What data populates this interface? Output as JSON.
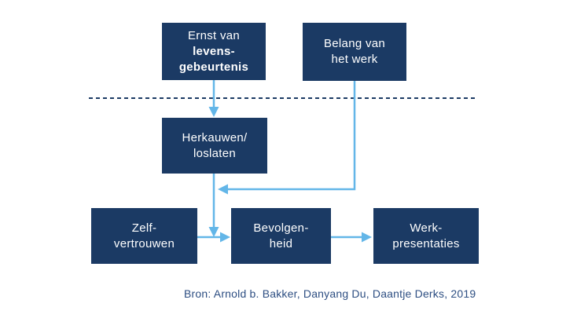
{
  "colors": {
    "background": "#ffffff",
    "box": "#1b3a64",
    "box_text": "#ffffff",
    "arrow": "#63b6e8",
    "dashed_line": "#1b3a64",
    "source_text": "#2d4e82"
  },
  "diagram": {
    "boxes": [
      {
        "id": "ernst-van-levensgebeurtenis",
        "lines": [
          "Ernst van",
          "levens-",
          "gebeurtenis"
        ]
      },
      {
        "id": "belang-van-het-werk",
        "lines": [
          "Belang van",
          "het werk"
        ]
      },
      {
        "id": "herkauwen-loslaten",
        "lines": [
          "Herkauwen/",
          "loslaten"
        ]
      },
      {
        "id": "zelfvertrouwen",
        "lines": [
          "Zelf-",
          "vertrouwen"
        ]
      },
      {
        "id": "bevolgenheid",
        "lines": [
          "Bevolgen-",
          "heid"
        ]
      },
      {
        "id": "werkpresentaties",
        "lines": [
          "Werk-",
          "presentaties"
        ]
      }
    ],
    "connections": [
      "ernst-van-levensgebeurtenis -> herkauwen-loslaten",
      "belang-van-het-werk -> herkauwen-loslaten/zelfvertrouwen junction",
      "herkauwen-loslaten -> bevolgenheid",
      "zelfvertrouwen -> bevolgenheid",
      "bevolgenheid -> werkpresentaties"
    ],
    "source": "Bron: Arnold b. Bakker, Danyang Du, Daantje Derks, 2019"
  }
}
